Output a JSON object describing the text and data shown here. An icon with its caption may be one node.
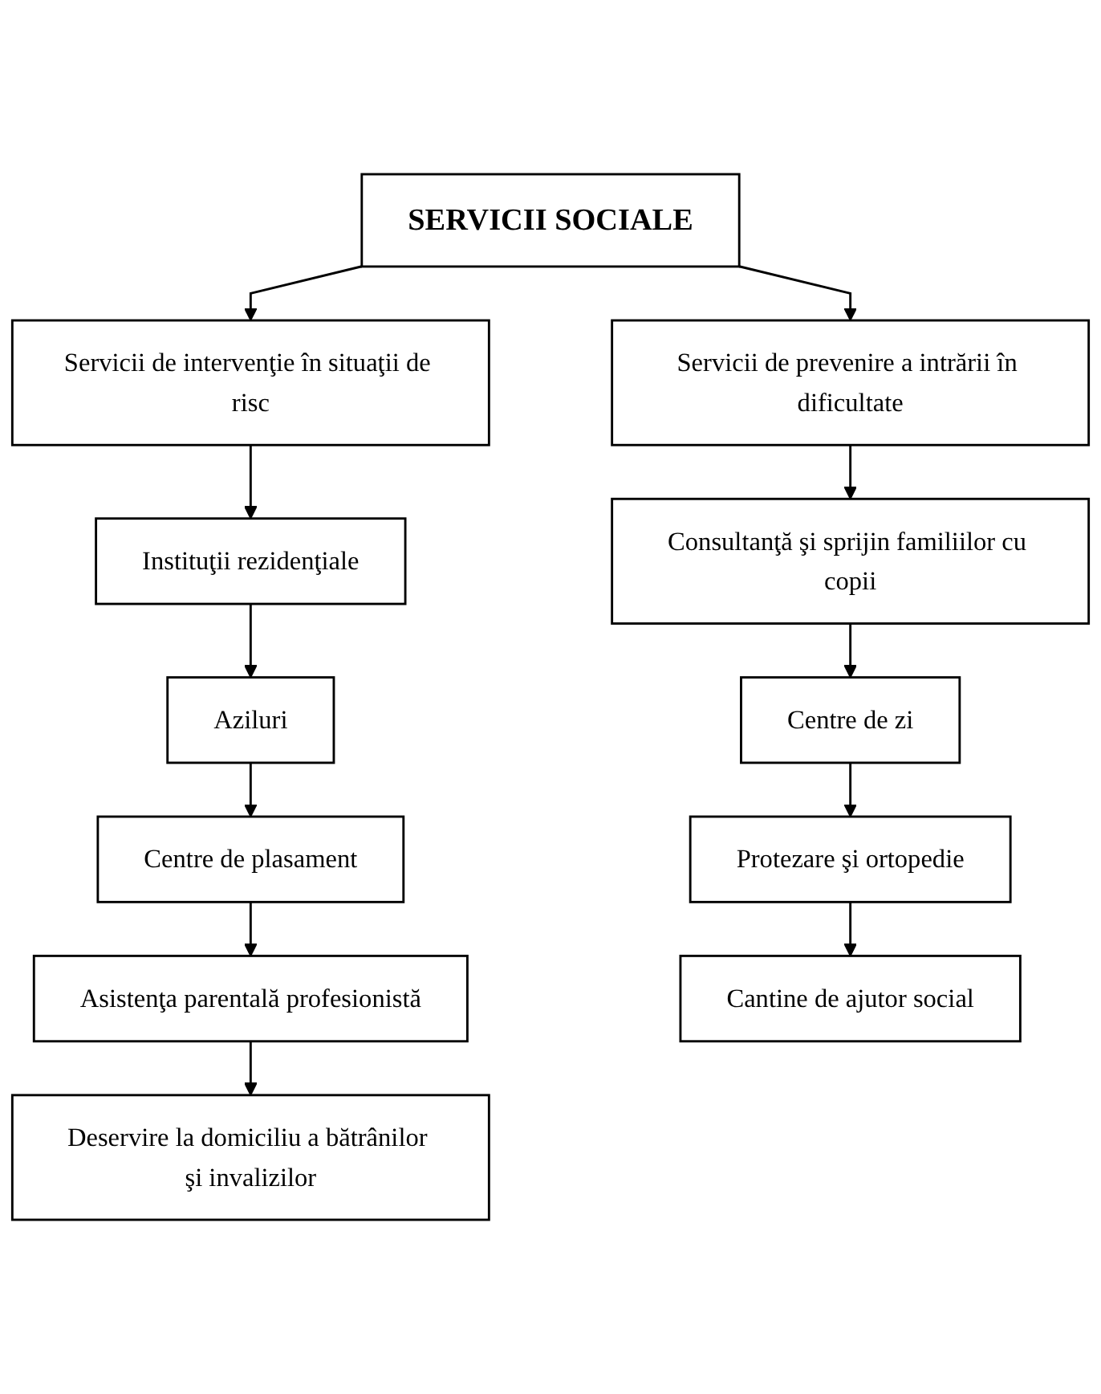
{
  "diagram": {
    "nodes": [
      {
        "text": [
          "SERVICII  SOCIALE"
        ]
      },
      {
        "text": [
          "Servicii de intervenţie în situaţii de risc"
        ]
      },
      {
        "text": [
          "Instituţii rezidenţiale"
        ]
      },
      {
        "text": [
          "Aziluri"
        ]
      },
      {
        "text": [
          "Centre de plasament"
        ]
      },
      {
        "text": [
          "Asistenţa parentală profesionistă"
        ]
      },
      {
        "text": [
          "Deservire la domiciliu a bătrânilor şi invalizilor"
        ]
      },
      {
        "text": [
          "Servicii de prevenire a intrării în dificultate"
        ]
      },
      {
        "text": [
          "Consultanţă şi sprijin familiilor cu copii"
        ]
      },
      {
        "text": [
          "Centre de zi"
        ]
      },
      {
        "text": [
          "Protezare şi ortopedie"
        ]
      },
      {
        "text": [
          "Cantine de ajutor social"
        ]
      }
    ],
    "edges": [
      {
        "from": 0,
        "to": 1,
        "arrow": "to"
      },
      {
        "from": 0,
        "to": 7,
        "arrow": "to"
      },
      {
        "from": 1,
        "to": 2,
        "arrow": "to"
      },
      {
        "from": 2,
        "to": 3,
        "arrow": "to"
      },
      {
        "from": 3,
        "to": 4,
        "arrow": "to"
      },
      {
        "from": 4,
        "to": 5,
        "arrow": "to"
      },
      {
        "from": 5,
        "to": 6,
        "arrow": "to"
      },
      {
        "from": 7,
        "to": 8,
        "arrow": "to"
      },
      {
        "from": 8,
        "to": 9,
        "arrow": "to"
      },
      {
        "from": 9,
        "to": 10,
        "arrow": "to"
      },
      {
        "from": 10,
        "to": 11,
        "arrow": "to"
      }
    ]
  }
}
